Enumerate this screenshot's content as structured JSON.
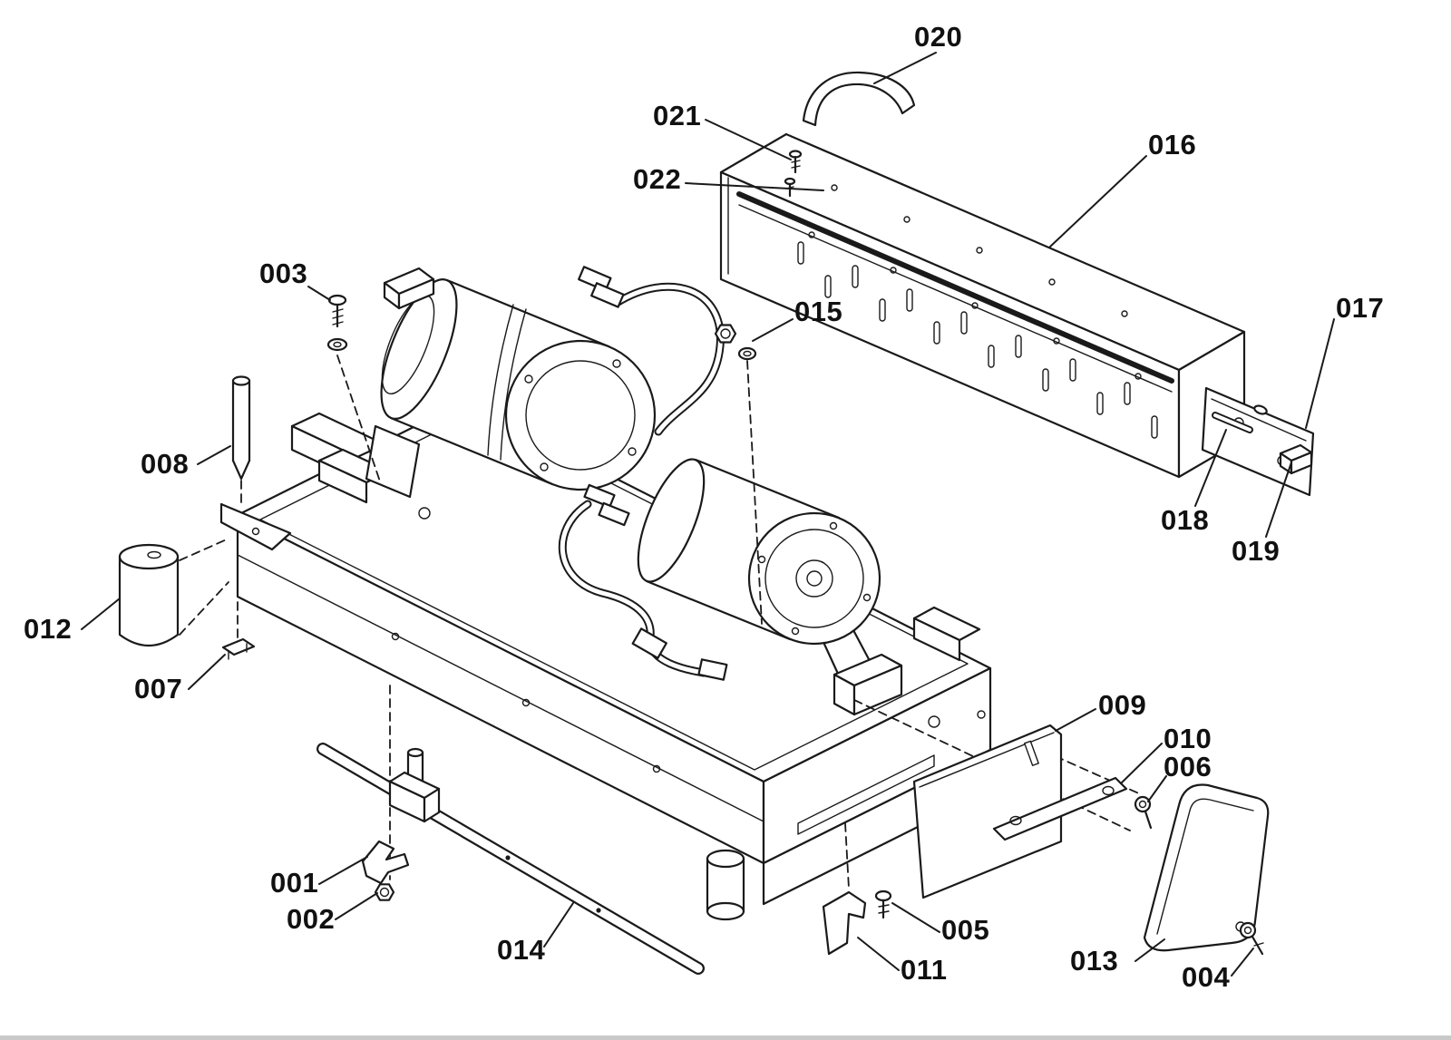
{
  "diagram": {
    "type": "exploded-parts-diagram",
    "background_color": "#ffffff",
    "line_color": "#1a1a1a",
    "border_color": "#c9c9c9",
    "callouts": [
      {
        "id": "001",
        "label": "001"
      },
      {
        "id": "002",
        "label": "002"
      },
      {
        "id": "003",
        "label": "003"
      },
      {
        "id": "004",
        "label": "004"
      },
      {
        "id": "005",
        "label": "005"
      },
      {
        "id": "006",
        "label": "006"
      },
      {
        "id": "007",
        "label": "007"
      },
      {
        "id": "008",
        "label": "008"
      },
      {
        "id": "009",
        "label": "009"
      },
      {
        "id": "010",
        "label": "010"
      },
      {
        "id": "011",
        "label": "011"
      },
      {
        "id": "012",
        "label": "012"
      },
      {
        "id": "013",
        "label": "013"
      },
      {
        "id": "014",
        "label": "014"
      },
      {
        "id": "015",
        "label": "015"
      },
      {
        "id": "016",
        "label": "016"
      },
      {
        "id": "017",
        "label": "017"
      },
      {
        "id": "018",
        "label": "018"
      },
      {
        "id": "019",
        "label": "019"
      },
      {
        "id": "020",
        "label": "020"
      },
      {
        "id": "021",
        "label": "021"
      },
      {
        "id": "022",
        "label": "022"
      }
    ]
  }
}
